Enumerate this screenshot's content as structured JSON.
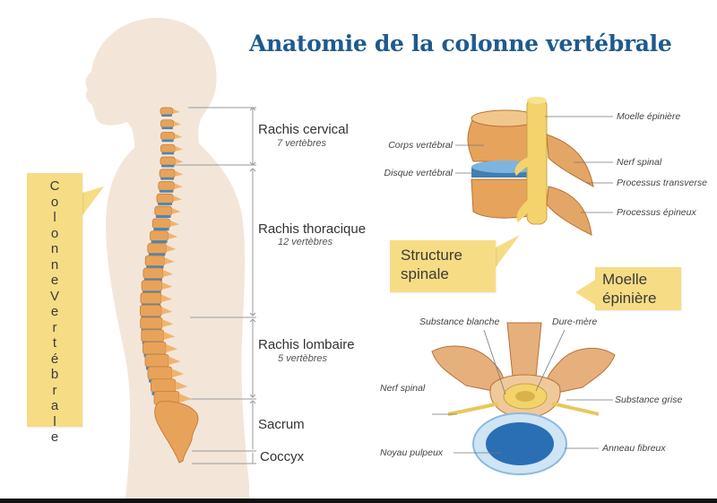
{
  "title": "Anatomie de la colonne vertébrale",
  "vertical_tag": "Colonne Vertébrale",
  "regions": [
    {
      "label": "Rachis cervical",
      "sub": "7 vertèbres"
    },
    {
      "label": "Rachis thoracique",
      "sub": "12 vertèbres"
    },
    {
      "label": "Rachis lombaire",
      "sub": "5 vertèbres"
    },
    {
      "label": "Sacrum",
      "sub": ""
    },
    {
      "label": "Coccyx",
      "sub": ""
    }
  ],
  "structure_tag": [
    "Structure",
    "spinale"
  ],
  "moelle_tag": [
    "Moelle",
    "épinière"
  ],
  "structure_callouts": {
    "corps_vertebral": "Corps vertébral",
    "disque_vertebral": "Disque vertébral",
    "moelle_epiniere": "Moelle épinière",
    "nerf_spinal": "Nerf spinal",
    "processus_transverse": "Processus transverse",
    "processus_epineux": "Processus épineux"
  },
  "section_callouts": {
    "substance_blanche": "Substance blanche",
    "dure_mere": "Dure-mère",
    "nerf_spinal": "Nerf spinal",
    "substance_grise": "Substance grise",
    "noyau_pulpeux": "Noyau pulpeux",
    "anneau_fibreux": "Anneau fibreux"
  },
  "colors": {
    "title": "#1e5a8f",
    "tag": "#f6dc84",
    "silhouette": "#f3e6d9",
    "bone": "#e8a35a",
    "disc": "#4c86b4"
  }
}
